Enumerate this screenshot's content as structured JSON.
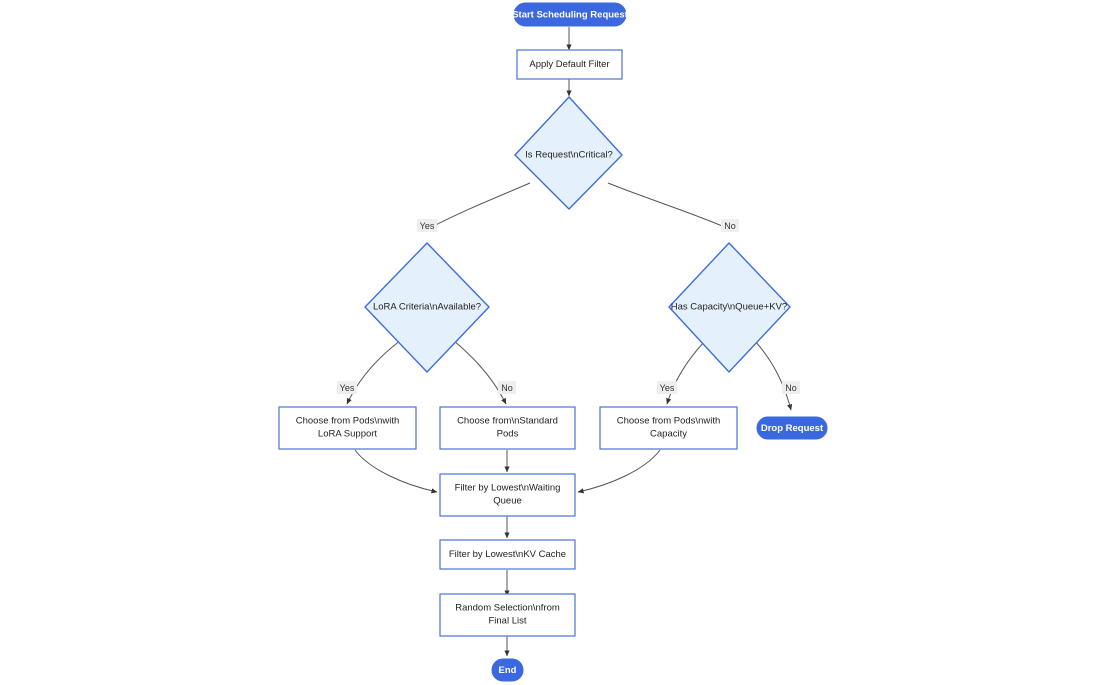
{
  "diagram": {
    "type": "flowchart",
    "orientation": "top-down",
    "colors": {
      "terminal_fill": "#3b68e0",
      "terminal_text": "#ffffff",
      "process_fill": "#ffffff",
      "process_stroke": "#4a72d8",
      "decision_fill": "#e4f1fc",
      "decision_stroke": "#3c6ddb",
      "edge_stroke": "#555555",
      "edge_label_bg": "#eeeeee",
      "node_text": "#222222",
      "background": "#ffffff"
    },
    "nodes": {
      "start": {
        "label": "Start Scheduling Request",
        "shape": "stadium"
      },
      "apply_default_filter": {
        "label": "Apply Default Filter",
        "shape": "rect"
      },
      "is_request_critical": {
        "label": "Is Request\\nCritical?",
        "shape": "diamond"
      },
      "lora_criteria_available": {
        "label": "LoRA Criteria\\nAvailable?",
        "shape": "diamond"
      },
      "has_capacity": {
        "label": "Has Capacity\\nQueue+KV?",
        "shape": "diamond"
      },
      "choose_pods_lora": {
        "label": "Choose from Pods\\nwith LoRA Support",
        "line1": "Choose from Pods\\nwith",
        "line2": "LoRA Support",
        "shape": "rect"
      },
      "choose_standard_pods": {
        "label": "Choose from\\nStandard Pods",
        "line1": "Choose from\\nStandard",
        "line2": "Pods",
        "shape": "rect"
      },
      "choose_pods_capacity": {
        "label": "Choose from Pods\\nwith Capacity",
        "line1": "Choose from Pods\\nwith",
        "line2": "Capacity",
        "shape": "rect"
      },
      "drop_request": {
        "label": "Drop Request",
        "shape": "stadium"
      },
      "filter_waiting_queue": {
        "label": "Filter by Lowest\\nWaiting Queue",
        "line1": "Filter by Lowest\\nWaiting",
        "line2": "Queue",
        "shape": "rect"
      },
      "filter_kv_cache": {
        "label": "Filter by Lowest\\nKV Cache",
        "line1": "Filter by Lowest\\nKV Cache",
        "line2": "",
        "shape": "rect"
      },
      "random_selection": {
        "label": "Random Selection\\nfrom Final List",
        "line1": "Random Selection\\nfrom",
        "line2": "Final List",
        "shape": "rect"
      },
      "end": {
        "label": "End",
        "shape": "stadium"
      }
    },
    "edge_labels": {
      "critical_yes": "Yes",
      "critical_no": "No",
      "lora_yes": "Yes",
      "lora_no": "No",
      "capacity_yes": "Yes",
      "capacity_no": "No"
    },
    "edges": [
      {
        "from": "start",
        "to": "apply_default_filter",
        "label": ""
      },
      {
        "from": "apply_default_filter",
        "to": "is_request_critical",
        "label": ""
      },
      {
        "from": "is_request_critical",
        "to": "lora_criteria_available",
        "label": "Yes"
      },
      {
        "from": "is_request_critical",
        "to": "has_capacity",
        "label": "No"
      },
      {
        "from": "lora_criteria_available",
        "to": "choose_pods_lora",
        "label": "Yes"
      },
      {
        "from": "lora_criteria_available",
        "to": "choose_standard_pods",
        "label": "No"
      },
      {
        "from": "has_capacity",
        "to": "choose_pods_capacity",
        "label": "Yes"
      },
      {
        "from": "has_capacity",
        "to": "drop_request",
        "label": "No"
      },
      {
        "from": "choose_pods_lora",
        "to": "filter_waiting_queue",
        "label": ""
      },
      {
        "from": "choose_standard_pods",
        "to": "filter_waiting_queue",
        "label": ""
      },
      {
        "from": "choose_pods_capacity",
        "to": "filter_waiting_queue",
        "label": ""
      },
      {
        "from": "filter_waiting_queue",
        "to": "filter_kv_cache",
        "label": ""
      },
      {
        "from": "filter_kv_cache",
        "to": "random_selection",
        "label": ""
      },
      {
        "from": "random_selection",
        "to": "end",
        "label": ""
      }
    ]
  }
}
